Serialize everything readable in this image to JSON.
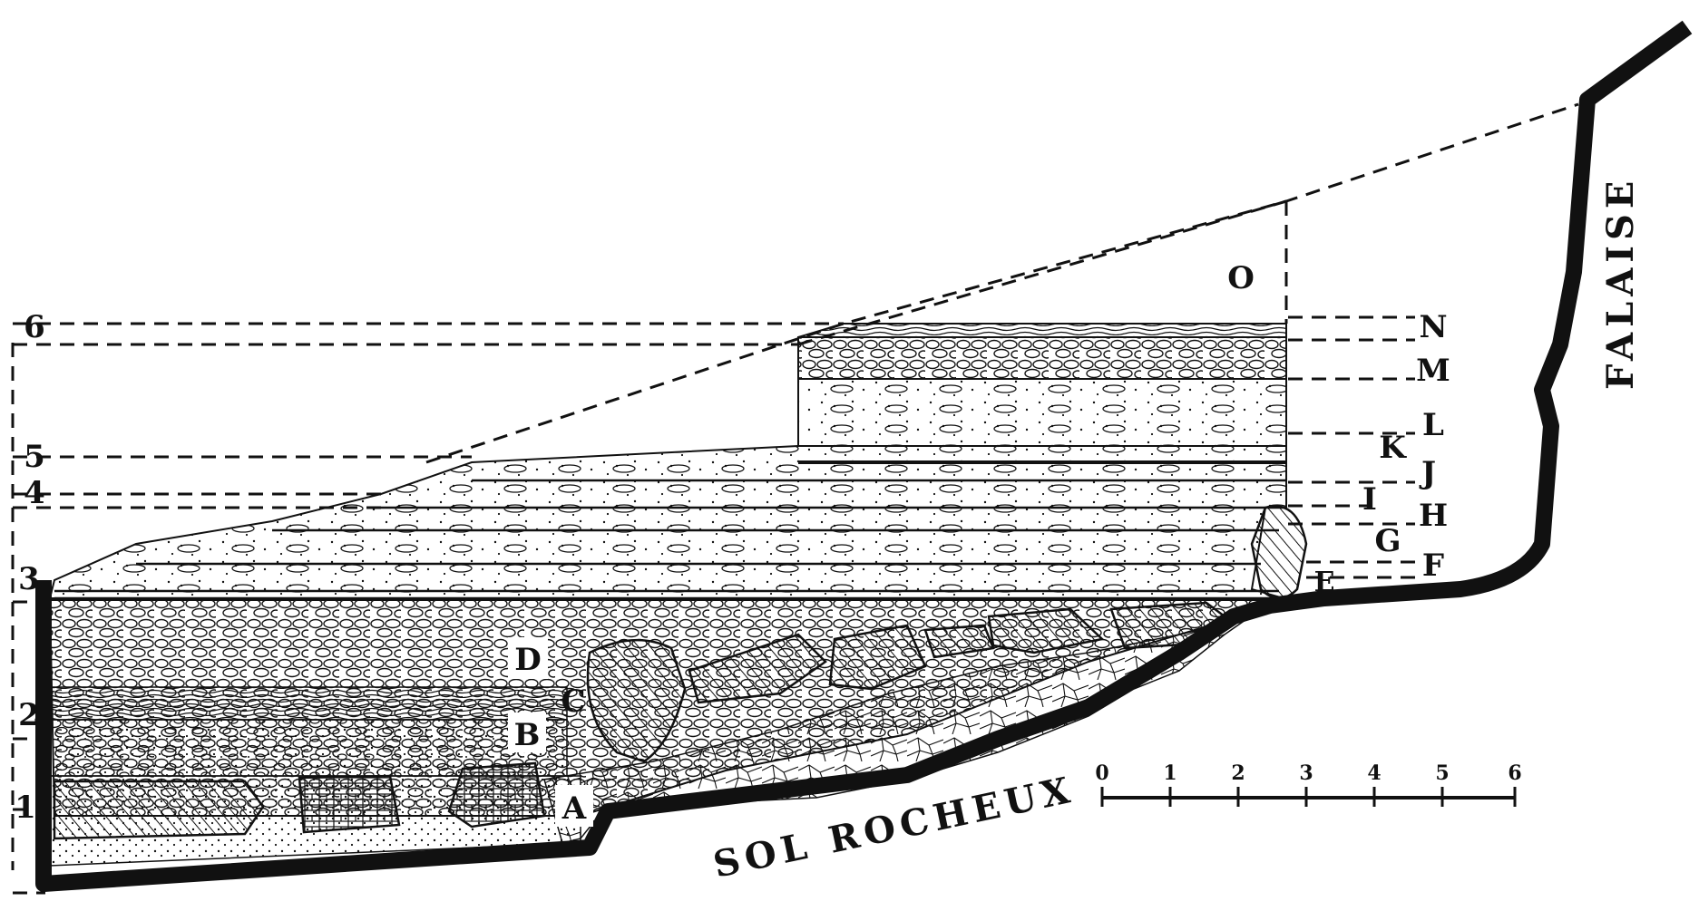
{
  "diagram": {
    "depth_marks": [
      "1",
      "2",
      "3",
      "4",
      "5",
      "6"
    ],
    "layers": {
      "A": "A",
      "B": "B",
      "C": "C",
      "D": "D",
      "E": "E",
      "F": "F",
      "G": "G",
      "H": "H",
      "I": "I",
      "J": "J",
      "K": "K",
      "L": "L",
      "M": "M",
      "N": "N",
      "O": "O"
    },
    "scale_ticks": [
      "0",
      "1",
      "2",
      "3",
      "4",
      "5",
      "6"
    ],
    "ground_label": "SOL ROCHEUX",
    "cliff_label": "FALAISE"
  }
}
